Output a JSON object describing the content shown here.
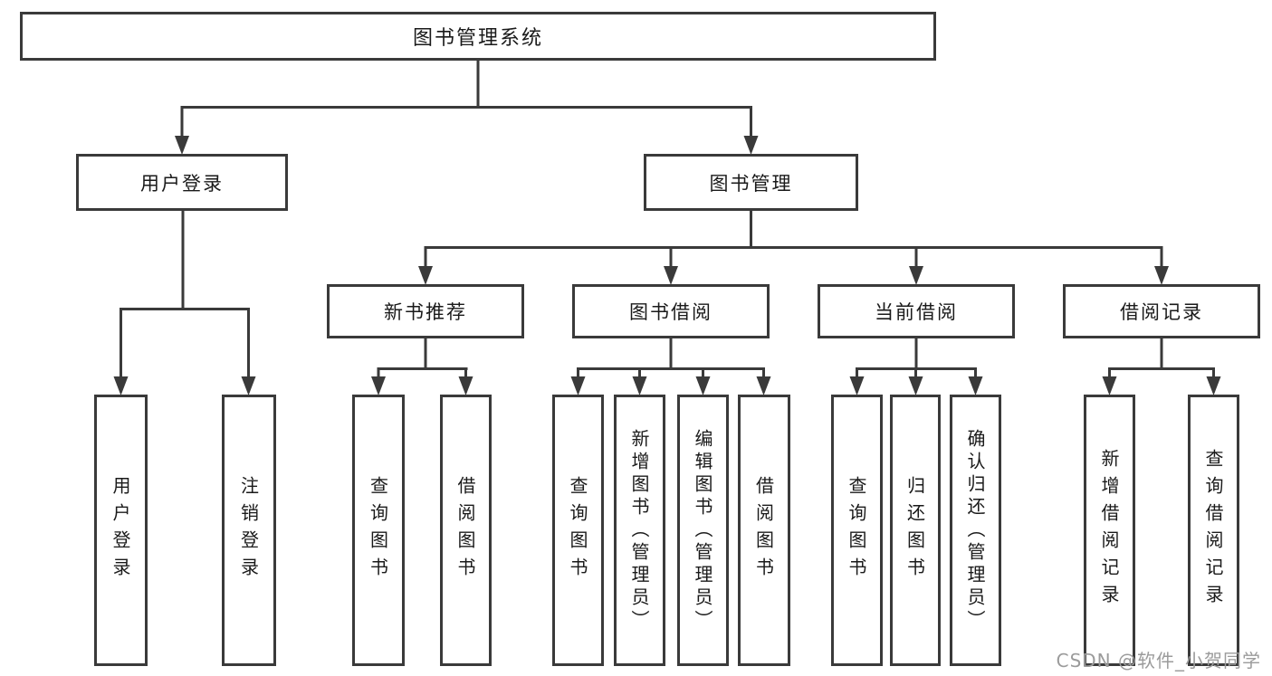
{
  "diagram": {
    "tree": {
      "label": "图书管理系统",
      "children": [
        {
          "label": "用户登录",
          "children": [
            {
              "label": "用户登录"
            },
            {
              "label": "注销登录"
            }
          ]
        },
        {
          "label": "图书管理",
          "children": [
            {
              "label": "新书推荐",
              "children": [
                {
                  "label": "查询图书"
                },
                {
                  "label": "借阅图书"
                }
              ]
            },
            {
              "label": "图书借阅",
              "children": [
                {
                  "label": "查询图书"
                },
                {
                  "label": "新增图书（管理员）"
                },
                {
                  "label": "编辑图书（管理员）"
                },
                {
                  "label": "借阅图书"
                }
              ]
            },
            {
              "label": "当前借阅",
              "children": [
                {
                  "label": "查询图书"
                },
                {
                  "label": "归还图书"
                },
                {
                  "label": "确认归还（管理员）"
                }
              ]
            },
            {
              "label": "借阅记录",
              "children": [
                {
                  "label": "新增借阅记录"
                },
                {
                  "label": "查询借阅记录"
                }
              ]
            }
          ]
        }
      ]
    },
    "watermark": "CSDN @软件_小贺同学",
    "colors": {
      "line": "#3a3a3a",
      "text": "#1a1a1a",
      "background": "#ffffff",
      "watermark": "#9b9b9b"
    }
  }
}
